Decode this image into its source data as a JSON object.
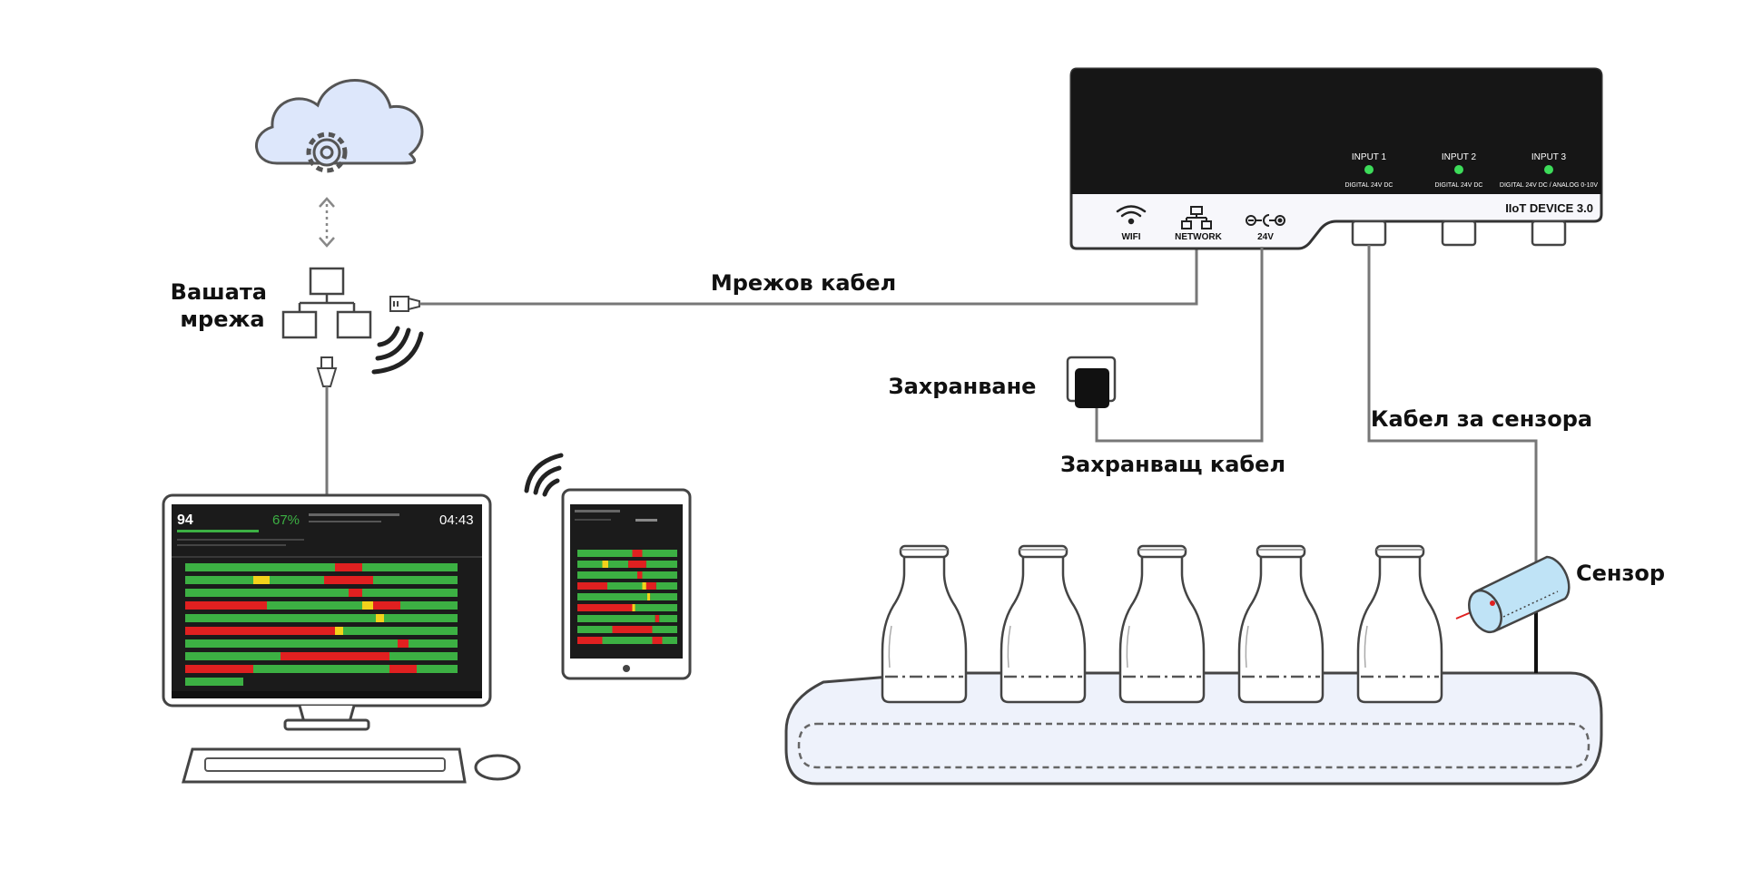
{
  "labels": {
    "your_network": [
      "Вашата",
      "мрежа"
    ],
    "network_cable": "Мрежов кабел",
    "power": "Захранване",
    "power_cable": "Захранващ кабел",
    "sensor_cable": "Кабел за сензора",
    "sensor": "Сензор"
  },
  "device": {
    "name": "IIoT DEVICE 3.0",
    "inputs": [
      {
        "label": "INPUT 1",
        "type": "DIGITAL 24V DC"
      },
      {
        "label": "INPUT 2",
        "type": "DIGITAL 24V DC"
      },
      {
        "label": "INPUT 3",
        "type": "DIGITAL 24V DC / ANALOG 0-10V"
      }
    ],
    "ports": [
      {
        "label": "WIFI",
        "icon": "wifi-icon"
      },
      {
        "label": "NETWORK",
        "icon": "network-icon"
      },
      {
        "label": "24V",
        "icon": "dc-power-icon"
      }
    ]
  },
  "monitor": {
    "big_number": "94",
    "percent": "67%",
    "clock": "04:43"
  },
  "colors": {
    "status_green": "#3cb043",
    "status_red": "#e02020",
    "status_yellow": "#f2d21b",
    "led_green": "#3ddc5a",
    "device_body": "#161616",
    "cloud_fill": "#dde7fb",
    "belt_fill": "#eef2fb",
    "sensor_fill": "#bfe3f6"
  }
}
